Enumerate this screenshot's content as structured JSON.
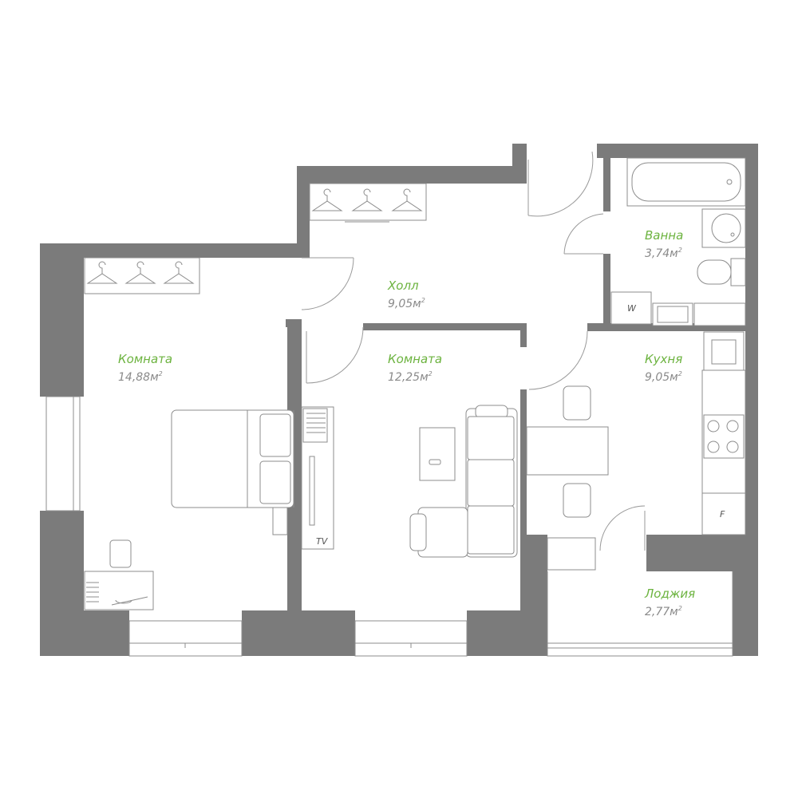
{
  "rooms": {
    "bedroom": {
      "name": "Комната",
      "area": "14,88м"
    },
    "hall": {
      "name": "Холл",
      "area": "9,05м"
    },
    "living": {
      "name": "Комната",
      "area": "12,25м"
    },
    "bath": {
      "name": "Ванна",
      "area": "3,74м"
    },
    "kitchen": {
      "name": "Кухня",
      "area": "9,05м"
    },
    "loggia": {
      "name": "Лоджия",
      "area": "2,77м"
    }
  },
  "area_unit_sup": "2",
  "fixtures": {
    "washer": "W",
    "fridge": "F",
    "tv": "TV"
  }
}
